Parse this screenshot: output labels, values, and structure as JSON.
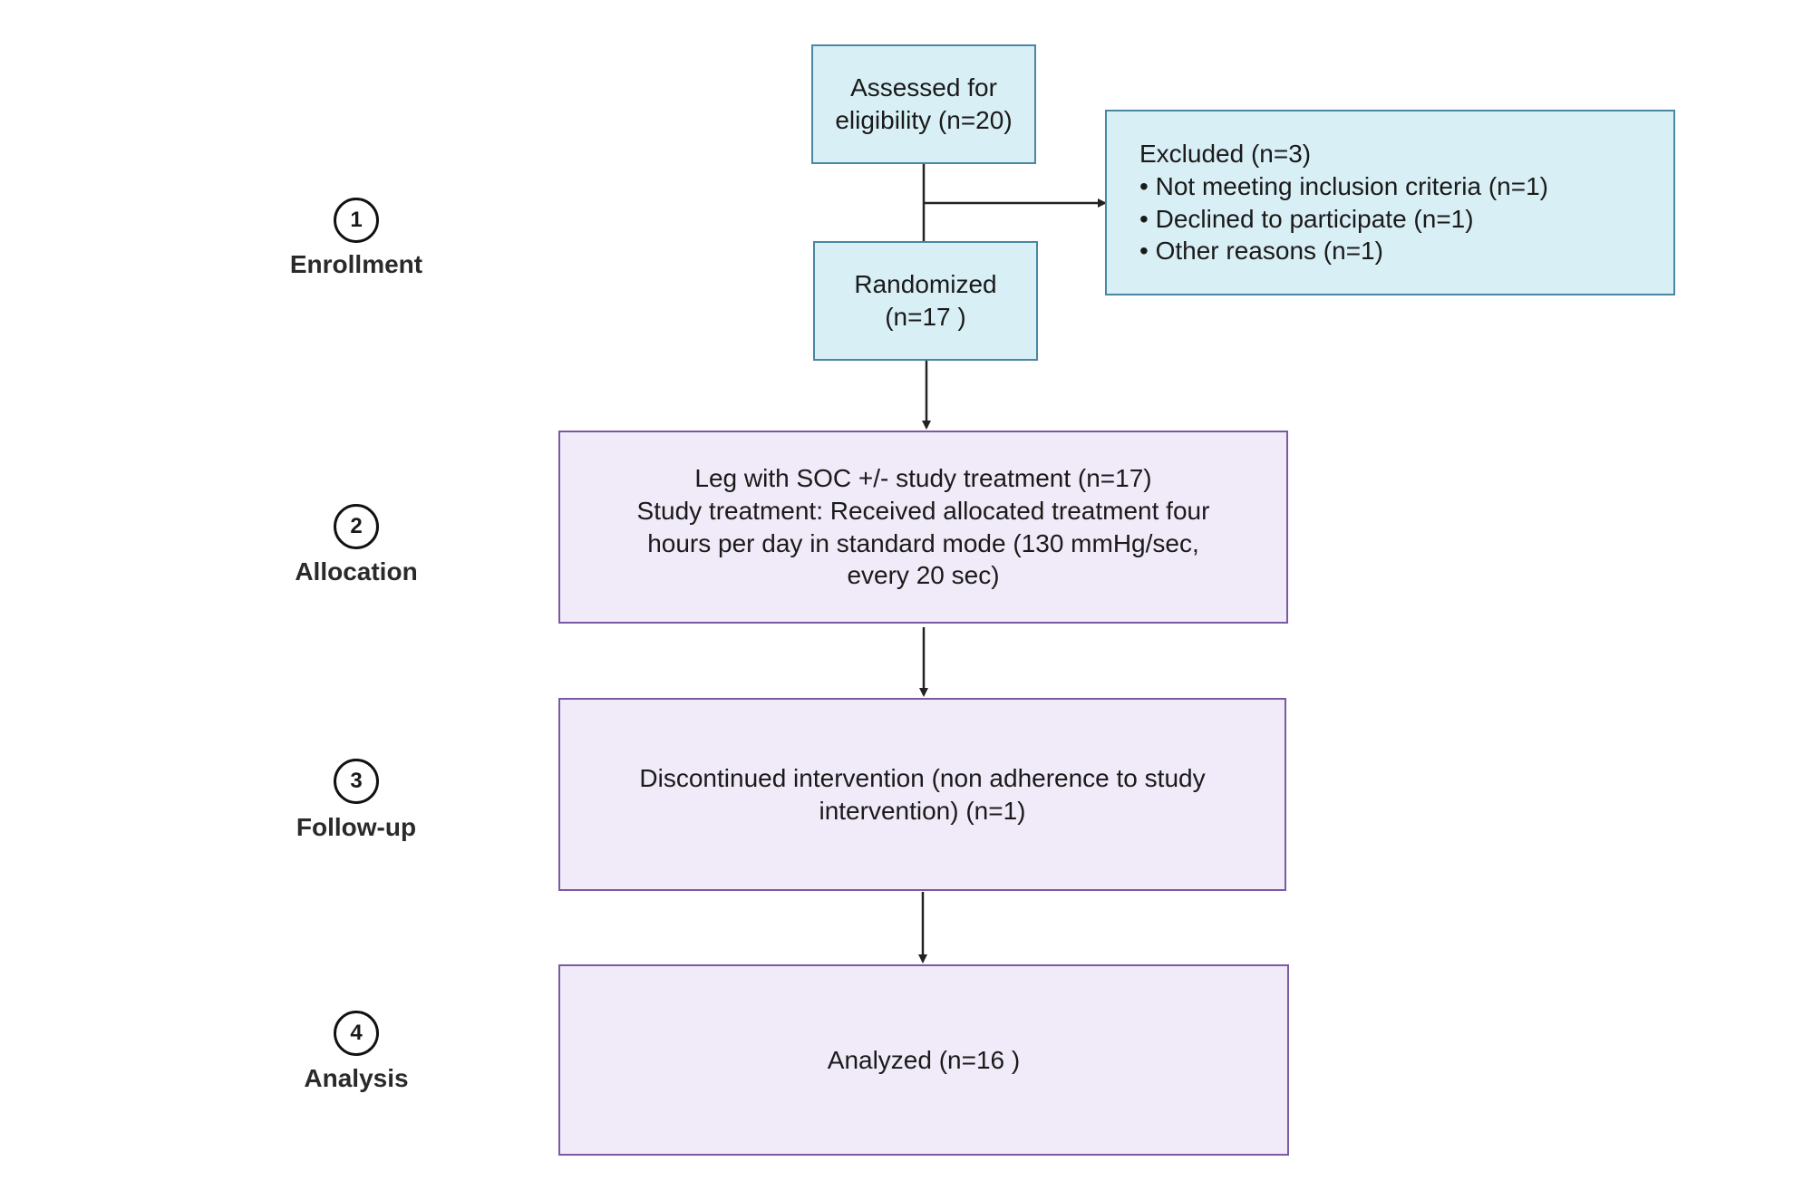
{
  "stages": [
    {
      "number": "1",
      "label": "Enrollment"
    },
    {
      "number": "2",
      "label": "Allocation"
    },
    {
      "number": "3",
      "label": "Follow-up"
    },
    {
      "number": "4",
      "label": "Analysis"
    }
  ],
  "boxes": {
    "assessed": {
      "lines": [
        "Assessed for",
        "eligibility (n=20)"
      ]
    },
    "excluded": {
      "heading": "Excluded (n=3)",
      "items": [
        "Not meeting inclusion criteria (n=1)",
        "Declined to participate (n=1)",
        "Other reasons (n=1)"
      ]
    },
    "randomized": {
      "lines": [
        "Randomized",
        "(n=17 )"
      ]
    },
    "allocation": {
      "lines": [
        "Leg with SOC +/- study treatment (n=17)",
        "Study treatment: Received allocated treatment four",
        "hours per day in standard mode (130 mmHg/sec,",
        "every 20 sec)"
      ]
    },
    "followup": {
      "lines": [
        "Discontinued intervention (non adherence to study",
        "intervention) (n=1)"
      ]
    },
    "analysis": {
      "lines": [
        "Analyzed (n=16 )"
      ]
    }
  },
  "colors": {
    "blue_fill": "#d8eff5",
    "blue_border": "#4a87a3",
    "purple_fill": "#f0eaf9",
    "purple_border": "#7a5aa3",
    "arrow": "#222222"
  }
}
